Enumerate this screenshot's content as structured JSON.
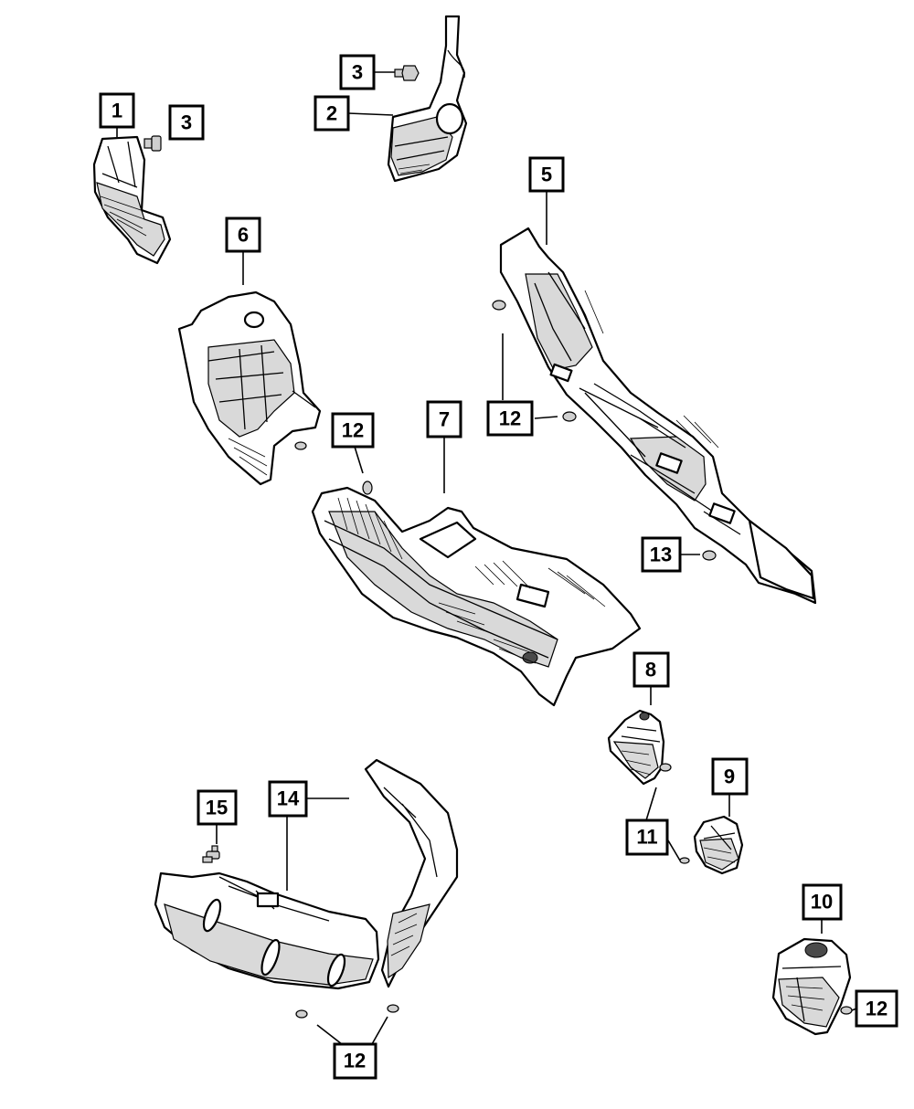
{
  "callouts": [
    {
      "id": "c1",
      "label": "1"
    },
    {
      "id": "c3a",
      "label": "3"
    },
    {
      "id": "c3b",
      "label": "3"
    },
    {
      "id": "c2",
      "label": "2"
    },
    {
      "id": "c5",
      "label": "5"
    },
    {
      "id": "c6",
      "label": "6"
    },
    {
      "id": "c12a",
      "label": "12"
    },
    {
      "id": "c7",
      "label": "7"
    },
    {
      "id": "c12b",
      "label": "12"
    },
    {
      "id": "c13",
      "label": "13"
    },
    {
      "id": "c8",
      "label": "8"
    },
    {
      "id": "c9",
      "label": "9"
    },
    {
      "id": "c11",
      "label": "11"
    },
    {
      "id": "c15",
      "label": "15"
    },
    {
      "id": "c14",
      "label": "14"
    },
    {
      "id": "c10",
      "label": "10"
    },
    {
      "id": "c12c",
      "label": "12"
    },
    {
      "id": "c12d",
      "label": "12"
    }
  ]
}
